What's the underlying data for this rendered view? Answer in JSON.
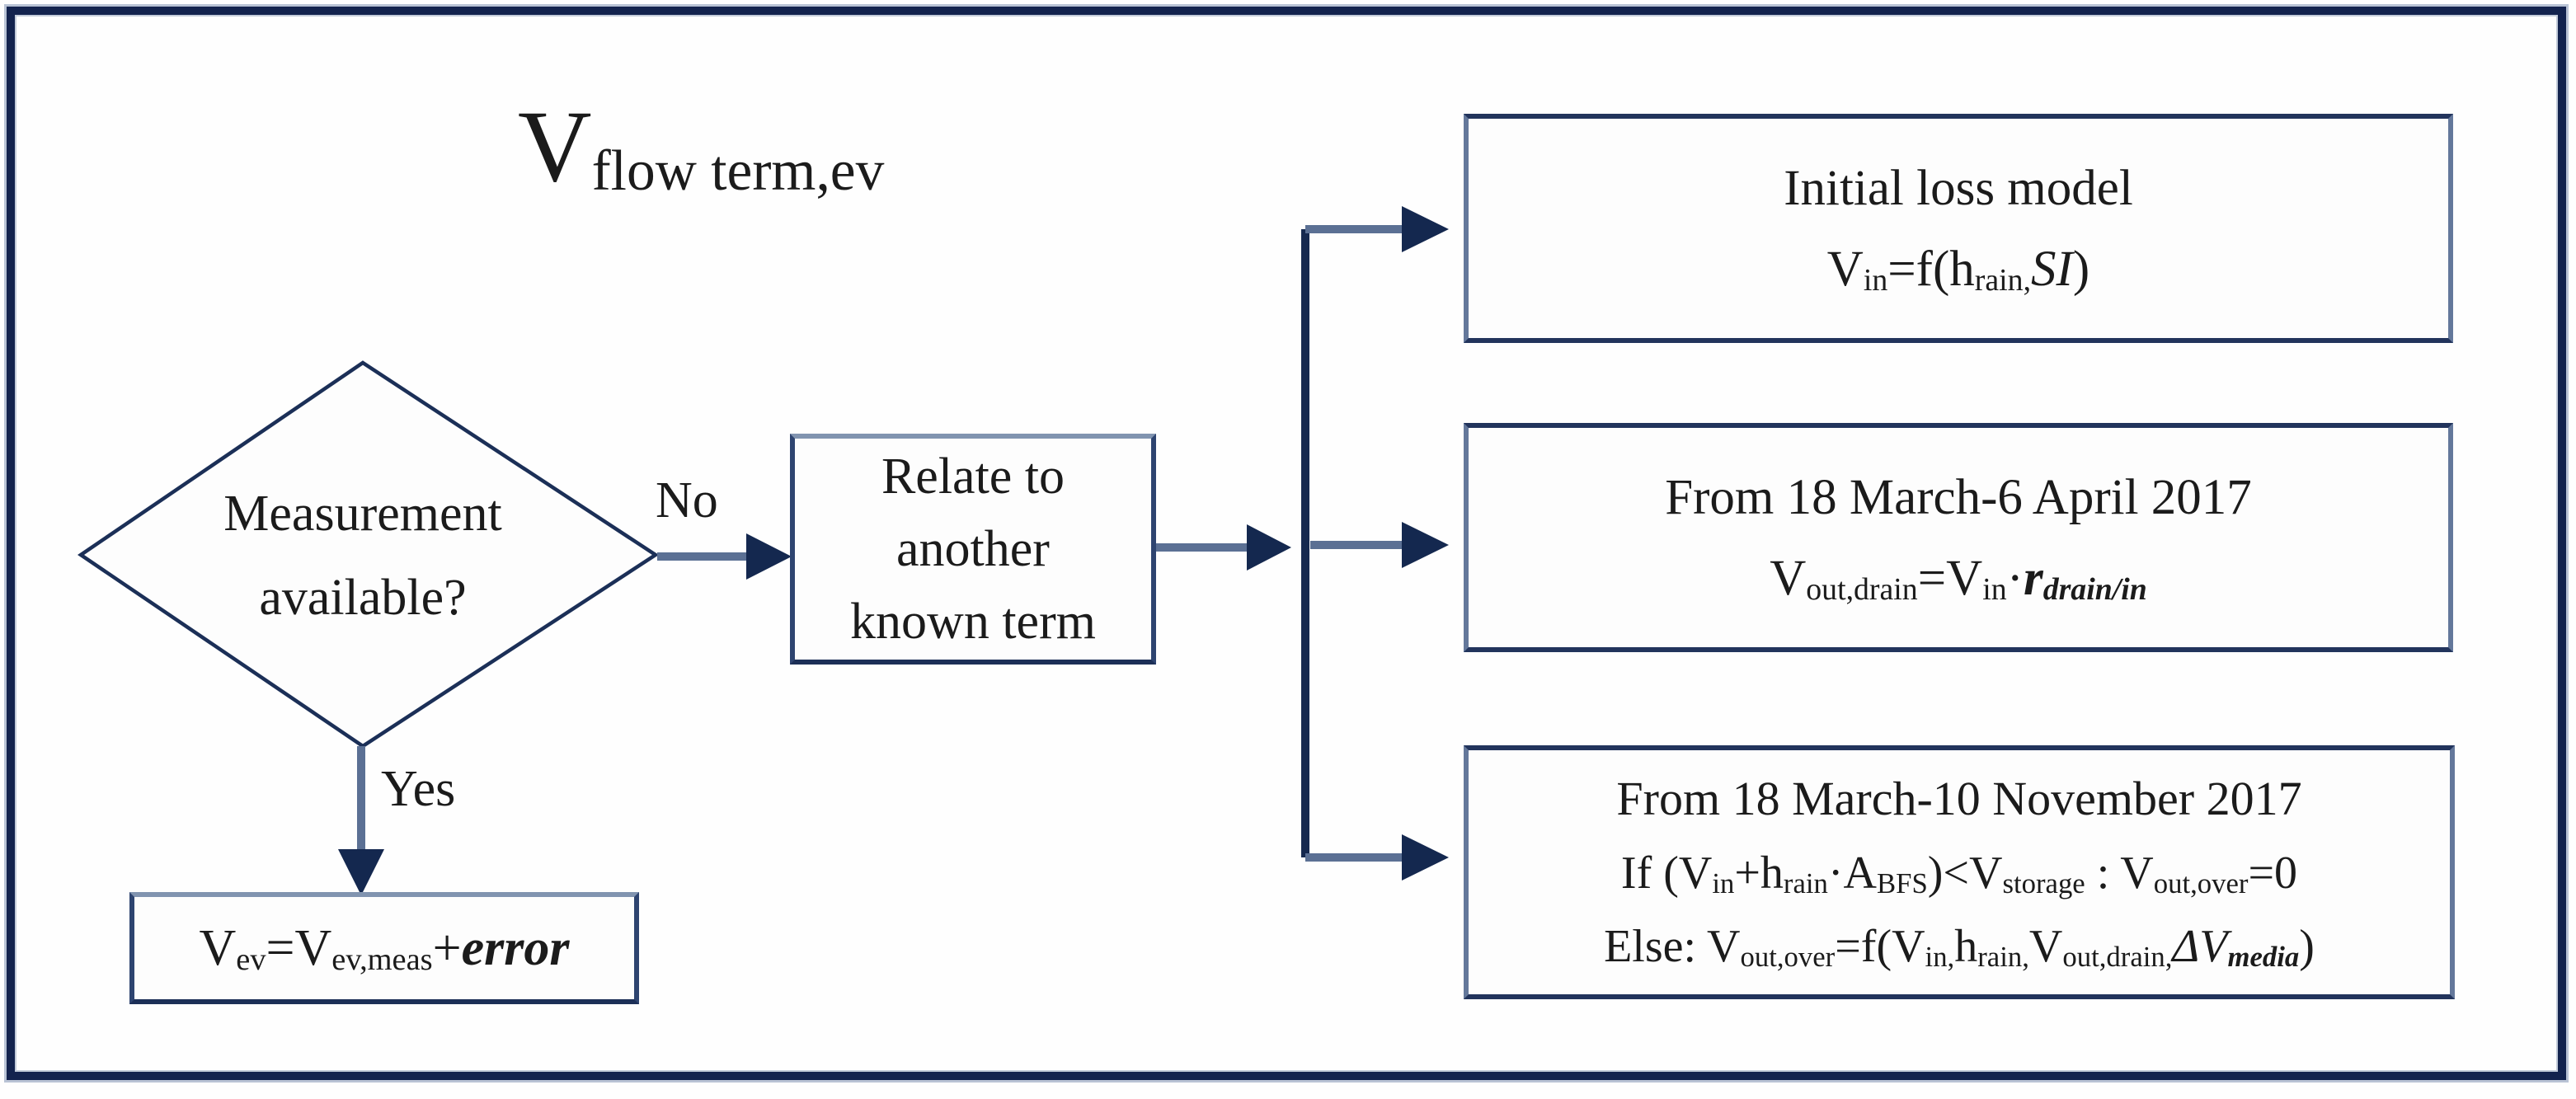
{
  "title_rich": [
    {
      "t": "V"
    },
    {
      "t": "flow term,ev",
      "sub": true
    }
  ],
  "decision": {
    "lines": [
      "Measurement",
      "available?"
    ]
  },
  "labels": {
    "no": "No",
    "yes": "Yes"
  },
  "relate_box": {
    "lines": [
      "Relate to",
      "another",
      "known term"
    ]
  },
  "measured_box": {
    "formula": [
      {
        "t": "V"
      },
      {
        "t": "ev",
        "sub": true
      },
      {
        "t": "=V"
      },
      {
        "t": "ev,meas",
        "sub": true
      },
      {
        "t": "+"
      },
      {
        "t": "error",
        "i": true,
        "b": true
      }
    ]
  },
  "branch_boxes": [
    {
      "title": "Initial loss model",
      "formula": [
        {
          "t": "V"
        },
        {
          "t": "in",
          "sub": true
        },
        {
          "t": "=f(h"
        },
        {
          "t": "rain,",
          "sub": true
        },
        {
          "t": "SI",
          "i": true
        },
        {
          "t": ")"
        }
      ]
    },
    {
      "title": "From 18 March-6 April 2017",
      "formula": [
        {
          "t": "V"
        },
        {
          "t": "out,drain",
          "sub": true
        },
        {
          "t": "=V"
        },
        {
          "t": "in",
          "sub": true
        },
        {
          "t": "·"
        },
        {
          "t": "r",
          "i": true,
          "b": true
        },
        {
          "t": "drain/in",
          "sub": true,
          "i": true,
          "b": true
        }
      ]
    },
    {
      "title": "From 18 March-10 November 2017",
      "line_if": [
        {
          "t": "If (V"
        },
        {
          "t": "in",
          "sub": true
        },
        {
          "t": "+h"
        },
        {
          "t": "rain",
          "sub": true
        },
        {
          "t": "·A"
        },
        {
          "t": "BFS",
          "sub": true
        },
        {
          "t": ")<V"
        },
        {
          "t": "storage",
          "sub": true
        },
        {
          "t": " : V"
        },
        {
          "t": "out,over",
          "sub": true
        },
        {
          "t": "=0"
        }
      ],
      "line_else": [
        {
          "t": "Else: V"
        },
        {
          "t": "out,over",
          "sub": true
        },
        {
          "t": "=f(V"
        },
        {
          "t": "in,",
          "sub": true
        },
        {
          "t": "h"
        },
        {
          "t": "rain,",
          "sub": true
        },
        {
          "t": "V"
        },
        {
          "t": "out,drain,",
          "sub": true
        },
        {
          "t": "ΔV",
          "i": true
        },
        {
          "t": "media",
          "sub": true,
          "i": true,
          "b": true
        },
        {
          "t": ")"
        }
      ]
    }
  ],
  "colors": {
    "frame_border": "#13234e",
    "frame_halo": "#b9c3d5",
    "diamond_stroke": "#1b2f57",
    "box_border_dark": "#22345c",
    "box_border_slate": "#64789b",
    "arrow_shaft": "#5b7094",
    "arrow_head": "#14284f",
    "trunk_line": "#16294f",
    "text": "#1b1b1b",
    "background": "#fefefe"
  }
}
